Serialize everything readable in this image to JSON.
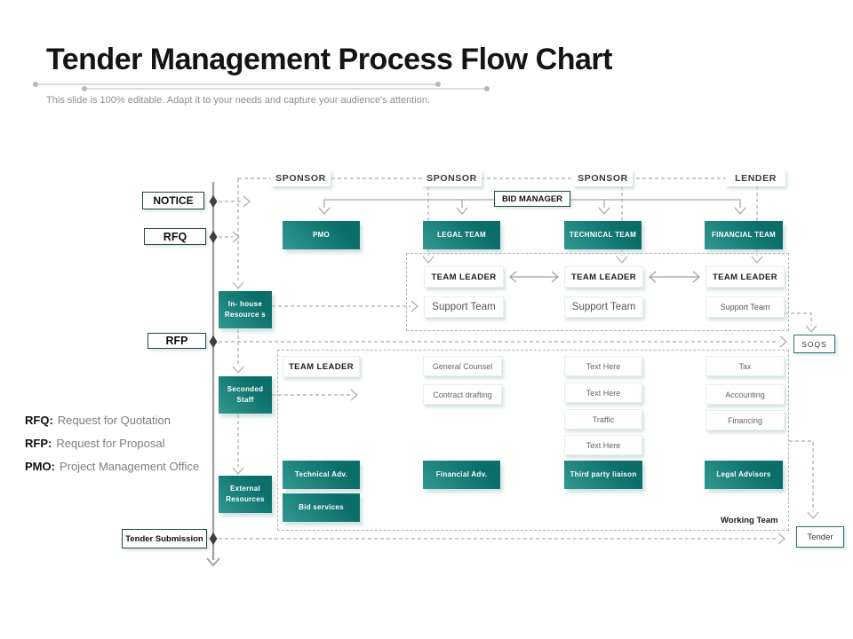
{
  "slide": {
    "title": "Tender Management Process Flow Chart",
    "subtitle": "This slide is 100% editable. Adapt it to your needs and capture your audience's attention."
  },
  "milestones": {
    "notice": "NOTICE",
    "rfq": "RFQ",
    "rfp": "RFP",
    "tender_submission": "Tender Submission"
  },
  "top_row": {
    "sponsors": [
      "SPONSOR",
      "SPONSOR",
      "SPONSOR"
    ],
    "lender": "LENDER",
    "bid_manager": "BID MANAGER"
  },
  "teams": {
    "pmo": "PMO",
    "legal": "LEGAL TEAM",
    "technical": "TECHNICAL TEAM",
    "financial": "FINANCIAL TEAM"
  },
  "leaders": {
    "team_leader": "TEAM LEADER",
    "support_team": "Support Team"
  },
  "resources": {
    "in_house": "In- house Resource s",
    "seconded": "Seconded Staff",
    "external": "External Resources"
  },
  "working_area": {
    "team_leader": "TEAM LEADER",
    "legal_column": [
      "General Counsel",
      "Contract drafting"
    ],
    "technical_column": [
      "Text Here",
      "Text Here",
      "Traffic",
      "Text Here"
    ],
    "financial_column": [
      "Tax",
      "Accounting",
      "Financing"
    ],
    "technical_adv": "Technical Adv.",
    "bid_services": "Bid services",
    "financial_adv": "Financial Adv.",
    "third_party_liaison": "Third party liaison",
    "legal_advisors": "Legal Advisors",
    "working_team_label": "Working Team"
  },
  "outputs": {
    "soqs": "SOQS",
    "tender": "Tender"
  },
  "legend": [
    {
      "abbr": "RFQ:",
      "text": "Request for Quotation"
    },
    {
      "abbr": "RFP:",
      "text": "Request for Proposal"
    },
    {
      "abbr": "PMO:",
      "text": "Project Management Office"
    }
  ],
  "colors": {
    "teal_dark": "#0b6e69",
    "teal_light": "#31988f",
    "frame_border": "#1e4a46",
    "output_border": "#27736e",
    "line_gray": "#ababab"
  }
}
